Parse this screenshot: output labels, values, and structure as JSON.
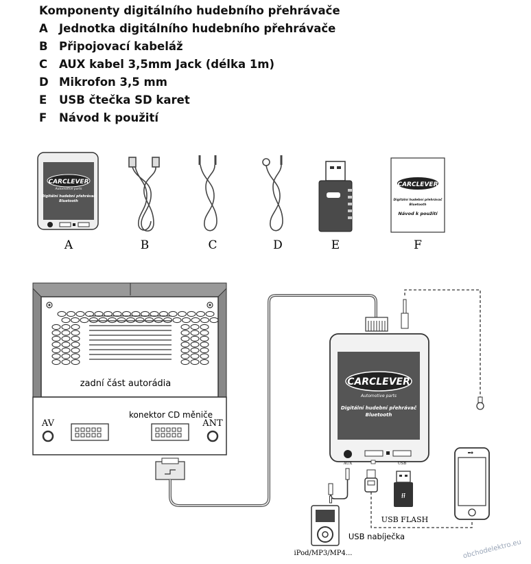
{
  "heading": "Komponenty digitálního hudebního přehrávače",
  "components": [
    {
      "letter": "A",
      "text": "Jednotka digitálního hudebního přehrávače"
    },
    {
      "letter": "B",
      "text": "Připojovací kabeláž"
    },
    {
      "letter": "C",
      "text": "AUX kabel 3,5mm Jack (délka 1m)"
    },
    {
      "letter": "D",
      "text": "Mikrofon 3,5 mm"
    },
    {
      "letter": "E",
      "text": "USB čtečka SD karet"
    },
    {
      "letter": "F",
      "text": "Návod k použití"
    }
  ],
  "brand": {
    "logo": "CARCLEVER",
    "tagline": "Automotive parts",
    "device_line1": "Digitální hudební přehrávač",
    "device_line2": "Bluetooth",
    "manual_title": "Návod k použití"
  },
  "radio": {
    "back_label": "zadní část autorádia",
    "cd_connector": "konektor CD měniče",
    "av": "AV",
    "ant": "ANT"
  },
  "ports": {
    "aux": "AUX",
    "usb": "USB"
  },
  "labels": {
    "usb_flash": "USB FLASH",
    "usb_charger": "USB nabíječka",
    "ipod": "iPod/MP3/MP4..."
  },
  "watermark": "obchodelektro.eu",
  "colors": {
    "line": "#333333",
    "panel": "#f2f2f2",
    "screen": "#555555",
    "dark": "#222222"
  }
}
